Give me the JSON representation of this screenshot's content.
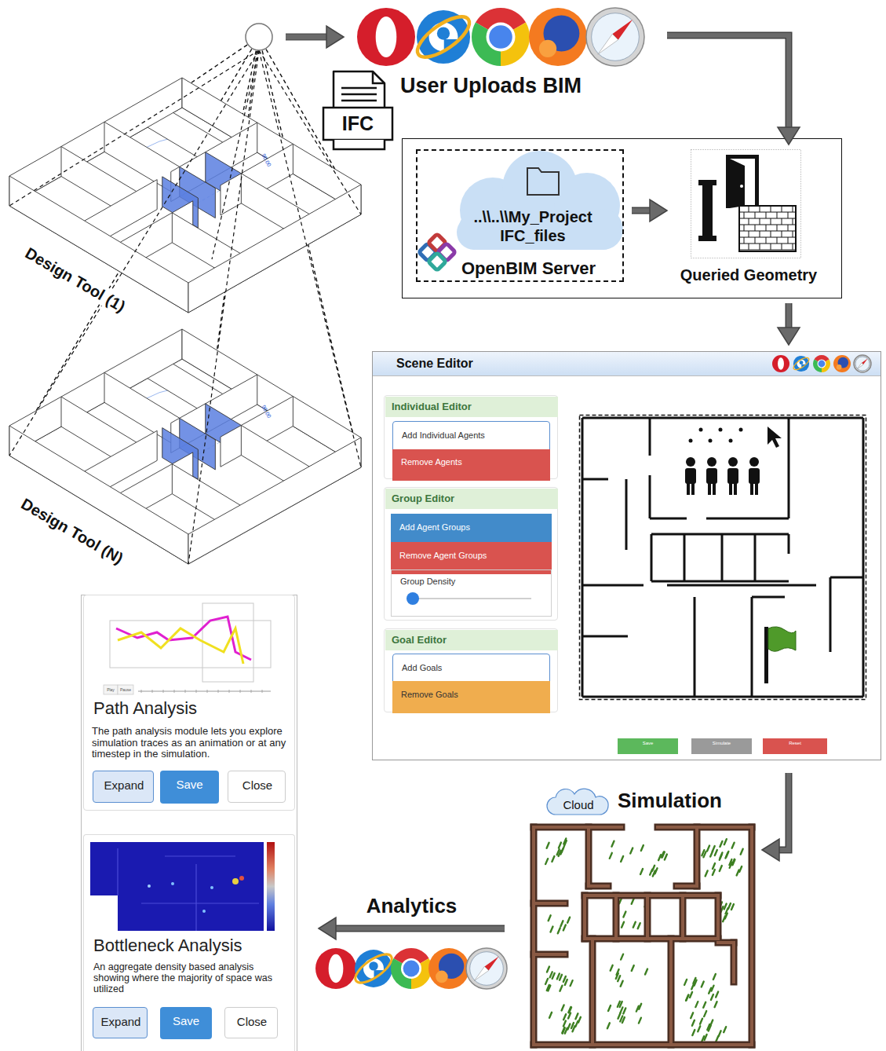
{
  "diagram": {
    "nodes": [
      {
        "text": [
          "User Uploads BIM"
        ]
      },
      {
        "text": [
          "IFC"
        ]
      },
      {
        "text": [
          "..\\\\..\\\\My_Project IFC_files",
          "OpenBIM Server"
        ]
      },
      {
        "text": [
          "Queried Geometry"
        ]
      },
      {
        "text": [
          "Scene Editor"
        ]
      },
      {
        "text": [
          "Individual Editor"
        ],
        "in": 4
      },
      {
        "text": [
          "Add Individual Agents"
        ],
        "in": 5
      },
      {
        "text": [
          "Remove Agents"
        ],
        "in": 5
      },
      {
        "text": [
          "Group Editor"
        ],
        "in": 4
      },
      {
        "text": [
          "Add Agent Groups"
        ],
        "in": 8
      },
      {
        "text": [
          "Remove Agent Groups"
        ],
        "in": 8
      },
      {
        "text": [
          "Group Density"
        ],
        "in": 8
      },
      {
        "text": [
          "Goal Editor"
        ],
        "in": 4
      },
      {
        "text": [
          "Add Goals"
        ],
        "in": 12
      },
      {
        "text": [
          "Remove Goals"
        ],
        "in": 12
      },
      {
        "text": [
          "Save"
        ],
        "in": 4
      },
      {
        "text": [
          "Simulate"
        ],
        "in": 4
      },
      {
        "text": [
          "Reset"
        ],
        "in": 4
      },
      {
        "text": [
          "Cloud"
        ]
      },
      {
        "text": [
          "Simulation"
        ]
      },
      {
        "text": [
          "Path Analysis",
          "The path analysis module lets you explore simulation traces as an animation or at any timestep in the simulation."
        ]
      },
      {
        "text": [
          "Expand"
        ],
        "in": 20
      },
      {
        "text": [
          "Save"
        ],
        "in": 20
      },
      {
        "text": [
          "Close"
        ],
        "in": 20
      },
      {
        "text": [
          "Bottleneck Analysis",
          "An aggregate density based analysis showing where the majority of space was utilized"
        ]
      },
      {
        "text": [
          "Expand"
        ],
        "in": 24
      },
      {
        "text": [
          "Save"
        ],
        "in": 24
      },
      {
        "text": [
          "Close"
        ],
        "in": 24
      }
    ],
    "edges": [
      {
        "from": 0,
        "to": 3,
        "arrow": "to"
      },
      {
        "from": 2,
        "to": 3,
        "arrow": "to"
      },
      {
        "from": 3,
        "to": 4,
        "arrow": "to"
      },
      {
        "from": 4,
        "to": 19,
        "arrow": "to"
      },
      {
        "from": 19,
        "to": 24,
        "label": "Analytics",
        "arrow": "to"
      }
    ],
    "labels": [
      "90.00",
      "Design Tool (1)",
      "90.00",
      "Design Tool (N)",
      "Play",
      "Pause"
    ]
  }
}
